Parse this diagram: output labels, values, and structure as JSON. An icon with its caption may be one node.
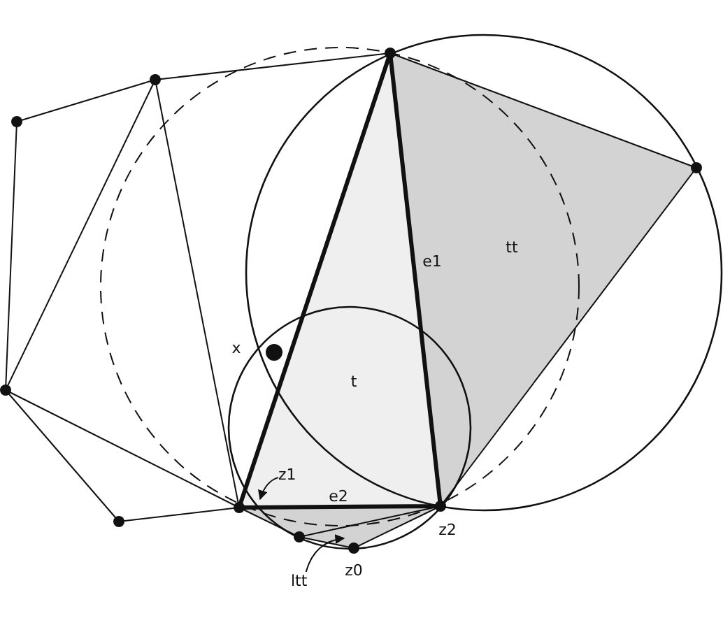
{
  "diagram": {
    "nodes": [
      {
        "text": [
          "z1"
        ]
      },
      {
        "text": [
          "ltt"
        ]
      }
    ],
    "edges": [
      {
        "from": 0,
        "to": null,
        "arrow": "to"
      },
      {
        "from": 1,
        "to": null,
        "arrow": "to"
      }
    ],
    "labels": [
      "tt",
      "e1",
      "x",
      "t",
      "e2",
      "z2",
      "z0"
    ]
  }
}
